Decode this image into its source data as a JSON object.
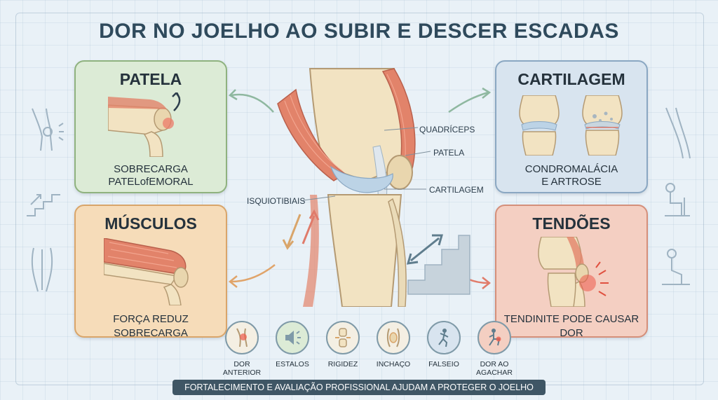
{
  "title": "DOR NO JOELHO AO SUBIR E DESCER ESCADAS",
  "panels": {
    "patela": {
      "title": "PATELA",
      "caption1": "SOBRECARGA",
      "caption2": "PATELofEMORAL"
    },
    "cartilagem": {
      "title": "CARTILAGEM",
      "caption1": "CONDROMALÁCIA",
      "caption2": "E ARTROSE"
    },
    "musculos": {
      "title": "MÚSCULOS",
      "caption1": "FORÇA REDUZ SOBRECARGA"
    },
    "tendoes": {
      "title": "TENDÕES",
      "caption1": "TENDINITE PODE CAUSAR DOR"
    }
  },
  "knee_labels": {
    "quadriceps": "QUADRÍCEPS",
    "patela": "PATELA",
    "cartilagem": "CARTILAGEM",
    "isquiotibiais": "ISQUIOTIBIAIS"
  },
  "symptoms": [
    {
      "label": "DOR ANTERIOR",
      "icon": "knee-pain-icon"
    },
    {
      "label": "ESTALOS",
      "icon": "crackle-sound-icon"
    },
    {
      "label": "RIGIDEZ",
      "icon": "stiff-joint-icon"
    },
    {
      "label": "INCHAÇO",
      "icon": "swelling-icon"
    },
    {
      "label": "FALSEIO",
      "icon": "falling-person-icon"
    },
    {
      "label": "DOR AO AGACHAR",
      "label1": "DOR AO",
      "label2": "AGACHAR",
      "icon": "squat-pain-icon"
    }
  ],
  "footer": "FORTALECIMENTO E AVALIAÇÃO PROFISSIONAL AJUDAM A PROTEGER O JOELHO",
  "colors": {
    "background": "#e9f1f7",
    "patela_panel": "#dcebd6",
    "cartilagem_panel": "#d8e4ef",
    "musculos_panel": "#f6dcb9",
    "tendoes_panel": "#f4cfc2",
    "muscle": "#e2836a",
    "bone": "#f2e3c2",
    "footer_bar": "#3f5665"
  }
}
